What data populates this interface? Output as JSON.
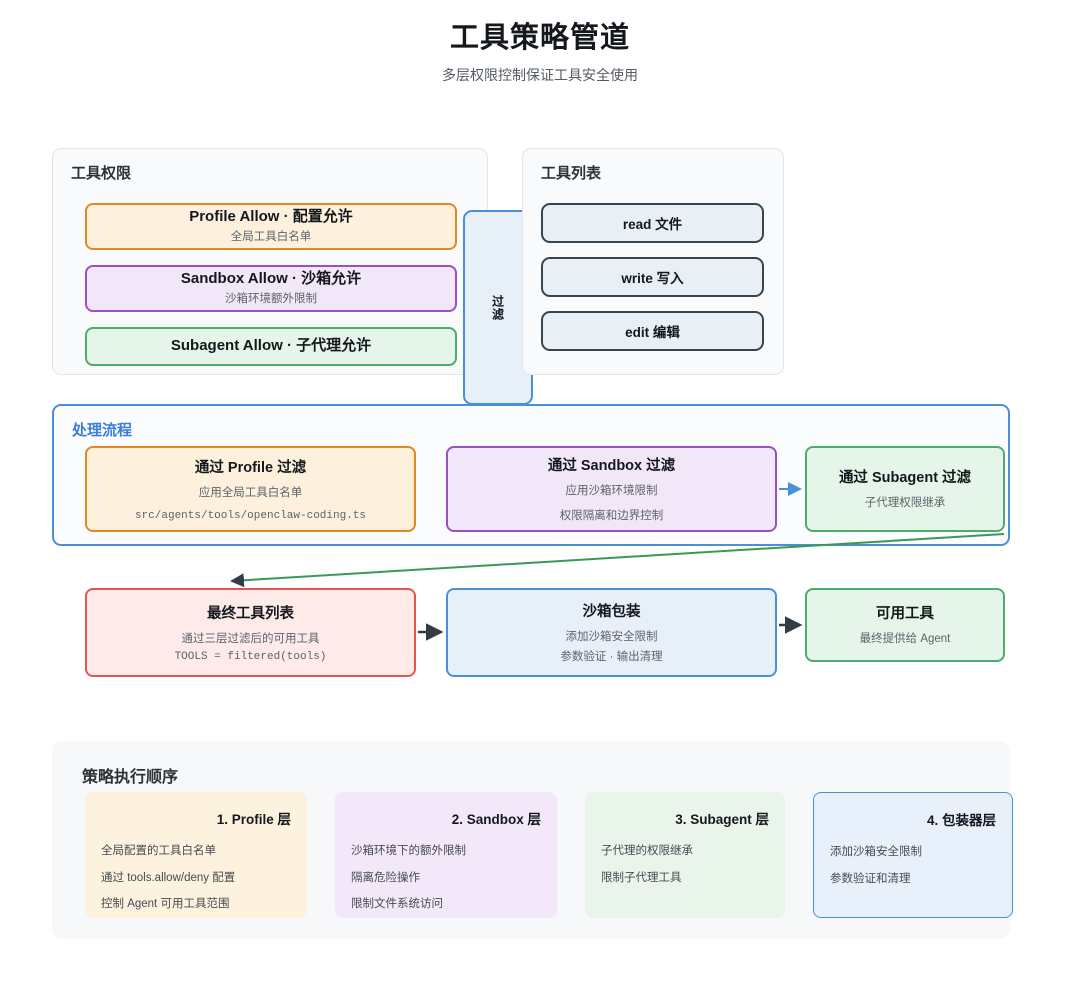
{
  "header": {
    "title": "工具策略管道",
    "subtitle": "多层权限控制保证工具安全使用"
  },
  "permissions_panel": {
    "title": "工具权限",
    "items": [
      {
        "title": "Profile Allow · 配置允许",
        "subtitle": "全局工具白名单",
        "color": "#e0891f"
      },
      {
        "title": "Sandbox Allow · 沙箱允许",
        "subtitle": "沙箱环境额外限制",
        "color": "#9a4fc4"
      },
      {
        "title": "Subagent Allow · 子代理允许",
        "subtitle": "",
        "color": "#4aae6a"
      }
    ]
  },
  "filter_connector": {
    "label": "过滤",
    "color": "#4a90d9"
  },
  "tools_panel": {
    "title": "工具列表",
    "items": [
      {
        "label": "read 文件"
      },
      {
        "label": "write 写入"
      },
      {
        "label": "edit 编辑"
      }
    ]
  },
  "flow_panel": {
    "title": "处理流程",
    "accent": "#4a90d9",
    "stages": [
      {
        "title": "通过 Profile 过滤",
        "lines": [
          "应用全局工具白名单"
        ],
        "code": "src/agents/tools/openclaw-coding.ts",
        "color": "#e0891f"
      },
      {
        "title": "通过 Sandbox 过滤",
        "lines": [
          "应用沙箱环境限制",
          "权限隔离和边界控制"
        ],
        "code": "",
        "color": "#9a4fc4"
      },
      {
        "title": "通过 Subagent 过滤",
        "lines": [
          "子代理权限继承"
        ],
        "code": "",
        "color": "#4aae6a"
      }
    ]
  },
  "result_row": {
    "boxes": [
      {
        "title": "最终工具列表",
        "lines": [
          "通过三层过滤后的可用工具"
        ],
        "code": "TOOLS = filtered(tools)",
        "color": "#e2574c"
      },
      {
        "title": "沙箱包装",
        "lines": [
          "添加沙箱安全限制",
          "参数验证 · 输出清理"
        ],
        "code": "",
        "color": "#4a90d9"
      },
      {
        "title": "可用工具",
        "lines": [
          "最终提供给 Agent"
        ],
        "code": "",
        "color": "#4aae6a"
      }
    ]
  },
  "order_section": {
    "title": "策略执行顺序",
    "cards": [
      {
        "title": "1. Profile 层",
        "lines": [
          "全局配置的工具白名单",
          "通过 tools.allow/deny 配置",
          "控制 Agent 可用工具范围"
        ]
      },
      {
        "title": "2. Sandbox 层",
        "lines": [
          "沙箱环境下的额外限制",
          "隔离危险操作",
          "限制文件系统访问"
        ]
      },
      {
        "title": "3. Subagent 层",
        "lines": [
          "子代理的权限继承",
          "限制子代理工具"
        ]
      },
      {
        "title": "4. 包装器层",
        "lines": [
          "添加沙箱安全限制",
          "参数验证和清理"
        ]
      }
    ]
  },
  "connectors": {
    "sandbox_to_subagent_color": "#4a90d9",
    "subagent_to_final_color": "#3a9a55",
    "final_to_wrap_color": "#333b44",
    "wrap_to_available_color": "#333b44"
  }
}
